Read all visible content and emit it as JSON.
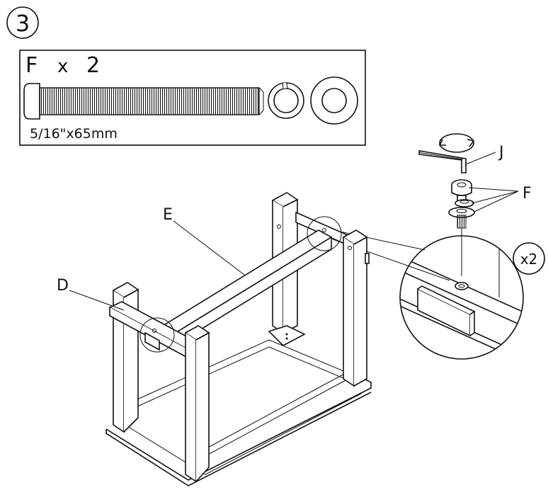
{
  "step": {
    "number": "3"
  },
  "parts_box": {
    "part_letter": "F",
    "times": "x",
    "quantity": "2",
    "size": "5/16\"x65mm"
  },
  "callouts": {
    "e": "E",
    "d": "D",
    "j": "J",
    "f": "F",
    "detail_multiplier": "x2"
  }
}
